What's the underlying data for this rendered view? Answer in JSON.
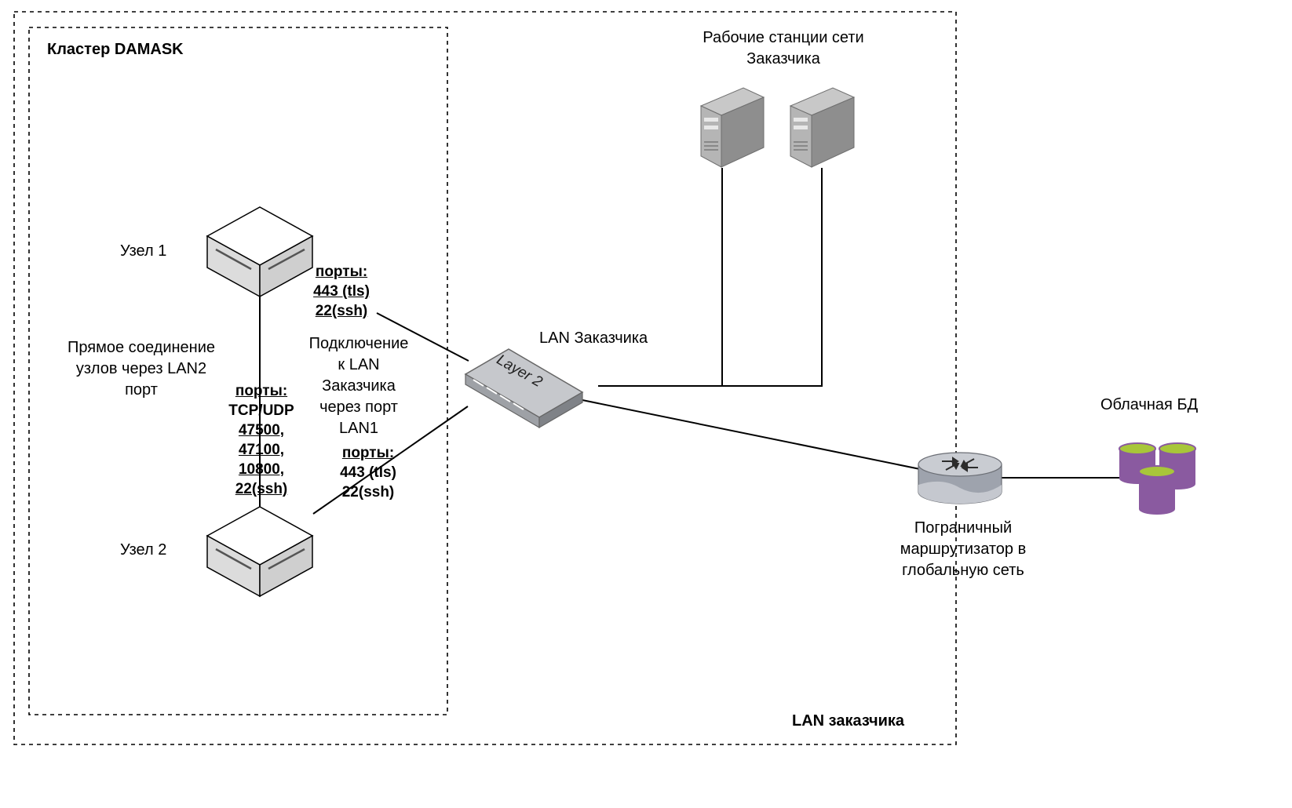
{
  "regions": {
    "customer_lan_title": "LAN заказчика",
    "cluster_title": "Кластер DAMASK"
  },
  "nodes": {
    "node1": "Узел 1",
    "node2": "Узел 2",
    "workstations_line1": "Рабочие станции сети",
    "workstations_line2": "Заказчика",
    "switch_label": "LAN Заказчика",
    "switch_text": "Layer 2",
    "router_line1": "Пограничный",
    "router_line2": "маршрутизатор в",
    "router_line3": "глобальную сеть",
    "cloud_db": "Облачная БД"
  },
  "notes": {
    "direct_line1": "Прямое соединение",
    "direct_line2": "узлов через LAN2",
    "direct_line3": "порт",
    "connect_line1": "Подключение",
    "connect_line2": "к LAN",
    "connect_line3": "Заказчика",
    "connect_line4": "через порт",
    "connect_line5": "LAN1"
  },
  "ports": {
    "node1": [
      "порты: ",
      "443 (tls) ",
      "22(ssh)"
    ],
    "node2": [
      "порты: ",
      "443 (tls)",
      "22(ssh)"
    ],
    "cluster": [
      "порты:",
      "TCP/UDP",
      "47500,",
      "47100,",
      "10800,",
      "22(ssh)"
    ]
  },
  "colors": {
    "line": "#000000",
    "node_top": "#ffffff",
    "node_side": "#d9d9d9",
    "server": "#a6a6a6",
    "db_purple": "#8a5aa0",
    "db_top": "#a8c63a",
    "router": "#aeb3bd"
  }
}
